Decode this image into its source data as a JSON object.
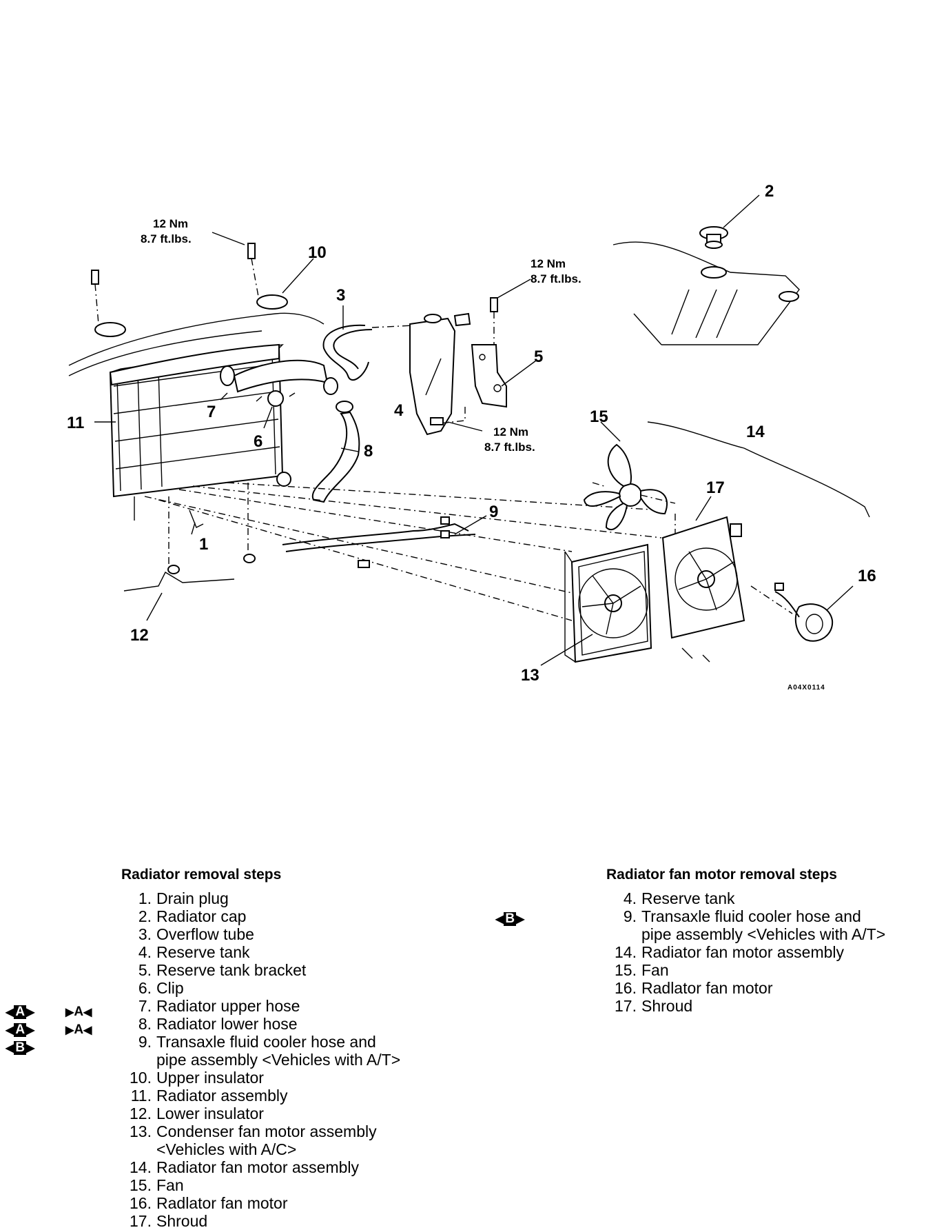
{
  "diagram": {
    "callouts": [
      "1",
      "2",
      "3",
      "4",
      "5",
      "6",
      "7",
      "8",
      "9",
      "10",
      "11",
      "12",
      "13",
      "14",
      "15",
      "16",
      "17"
    ],
    "torque": [
      {
        "nm": "12 Nm",
        "ftlbs": "8.7 ft.lbs."
      },
      {
        "nm": "12 Nm",
        "ftlbs": "8.7 ft.lbs."
      },
      {
        "nm": "12 Nm",
        "ftlbs": "8.7 ft.lbs."
      }
    ],
    "figure_id": "A04X0114"
  },
  "radiator_steps": {
    "title": "Radiator removal steps",
    "items": [
      {
        "num": "1.",
        "text": "Drain plug"
      },
      {
        "num": "2.",
        "text": "Radiator cap"
      },
      {
        "num": "3.",
        "text": "Overflow tube"
      },
      {
        "num": "4.",
        "text": "Reserve tank"
      },
      {
        "num": "5.",
        "text": "Reserve tank bracket"
      },
      {
        "num": "6.",
        "text": "Clip"
      },
      {
        "num": "7.",
        "text": "Radiator upper hose"
      },
      {
        "num": "8.",
        "text": "Radiator lower hose"
      },
      {
        "num": "9.",
        "text": "Transaxle fluid cooler hose and",
        "cont": "pipe assembly <Vehicles with A/T>"
      },
      {
        "num": "10.",
        "text": "Upper insulator"
      },
      {
        "num": "11.",
        "text": "Radiator assembly"
      },
      {
        "num": "12.",
        "text": "Lower insulator"
      },
      {
        "num": "13.",
        "text": "Condenser fan motor assembly",
        "cont": "<Vehicles with A/C>"
      },
      {
        "num": "14.",
        "text": "Radiator fan motor assembly"
      },
      {
        "num": "15.",
        "text": "Fan"
      },
      {
        "num": "16.",
        "text": "Radlator fan motor"
      },
      {
        "num": "17.",
        "text": "Shroud"
      }
    ],
    "marks": [
      {
        "removal": "A",
        "install": "A"
      },
      {
        "removal": "A",
        "install": "A"
      },
      {
        "removal": "B"
      }
    ]
  },
  "fan_steps": {
    "title": "Radiator fan motor removal steps",
    "items": [
      {
        "num": "4.",
        "text": "Reserve tank"
      },
      {
        "num": "9.",
        "text": "Transaxle fluid cooler hose and",
        "cont": "pipe assembly <Vehicles with A/T>"
      },
      {
        "num": "14.",
        "text": "Radiator fan motor assembly"
      },
      {
        "num": "15.",
        "text": "Fan"
      },
      {
        "num": "16.",
        "text": "Radlator fan motor"
      },
      {
        "num": "17.",
        "text": "Shroud"
      }
    ],
    "marks": [
      {
        "removal": "B"
      }
    ]
  }
}
